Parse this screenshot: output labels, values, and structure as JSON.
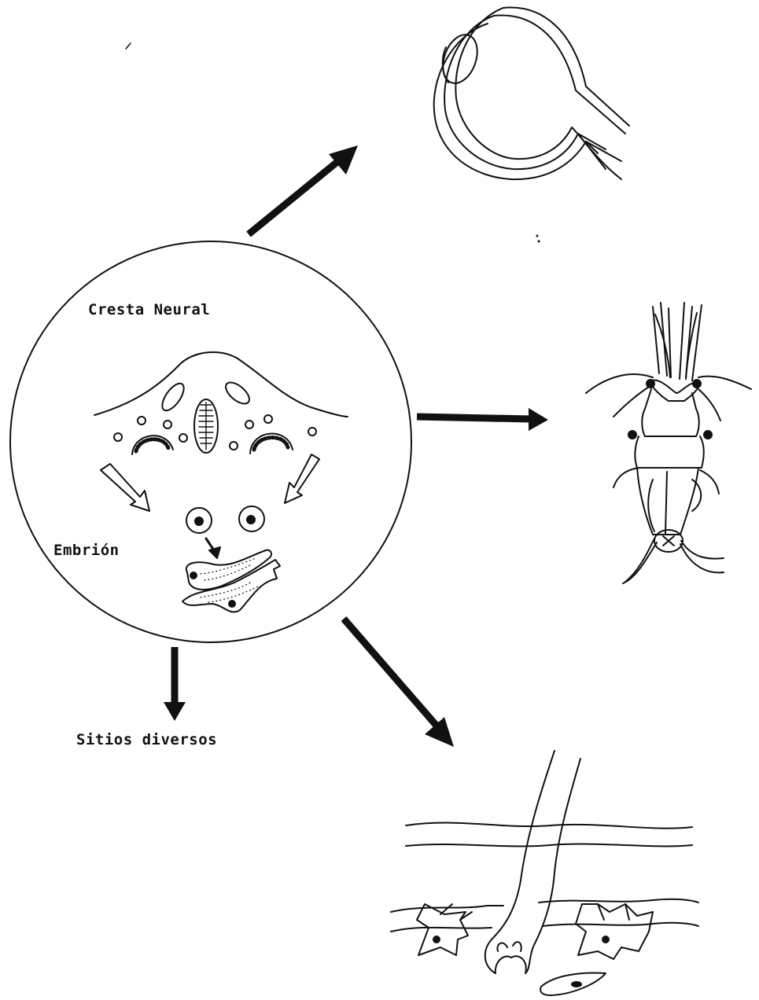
{
  "labels": {
    "neural_crest": "Cresta Neural",
    "embryo": "Embrión",
    "diverse_sites": "Sitios diversos"
  },
  "colors": {
    "ink": "#111111",
    "background": "#ffffff"
  }
}
